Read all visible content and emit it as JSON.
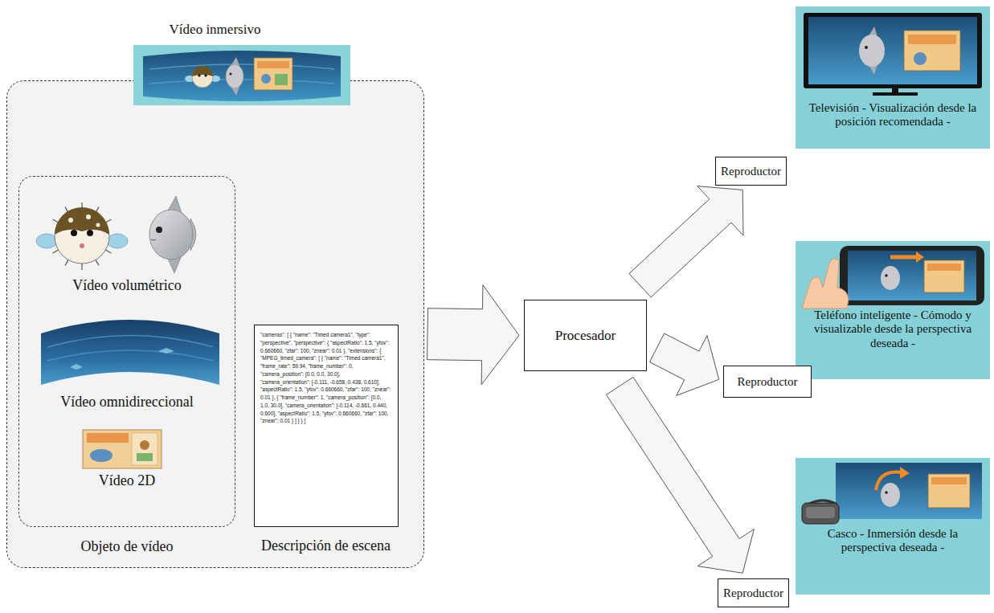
{
  "diagram": {
    "nodes": [
      {
        "text": [
          "Vídeo inmersivo"
        ]
      },
      {
        "text": [
          "Vídeo volumétrico",
          "Vídeo omnidireccional",
          "Vídeo 2D",
          "Objeto de vídeo"
        ],
        "in": 0
      },
      {
        "text": [
          "\"cameras\": [ { \"name\": \"Timed camera1\", \"type\": \"perspective\", \"perspective\": { \"aspectRatio\": 1.5, \"yfov\": 0.660660, \"zfar\": 100, \"znear\": 0.01 }, \"extensions\": { \"MPEG_timed_camera\": [ { \"name\": \"Timed camera1\", \"frame_rate\": 59.94, \"frame_number\": 0, \"camera_position\": [0.0, 0.0, 30.0], \"camera_orientation\": [-0.111, -0.658, 0.438, 0.610], \"aspectRatio\": 1.5, \"yfov\": 0.660660, \"zfar\": 100, \"znear\": 0.01 }, { \"frame_number\": 1, \"camera_position\": [0.0, 1.0, 30.0], \"camera_orientation\": [-0.114, -0.661, 0.440, 0.600], \"aspectRatio\": 1.5, \"yfov\": 0.660660, \"zfar\": 100, \"znear\": 0.01 } ] } } ]",
          "Descripción de escena"
        ],
        "in": 0
      },
      {
        "text": [
          "Procesador"
        ]
      },
      {
        "text": [
          "Televisión - Visualización desde la posición recomendada -"
        ]
      },
      {
        "text": [
          "Reproductor"
        ]
      },
      {
        "text": [
          "Teléfono inteligente - Cómodo y visualizable desde la perspectiva deseada -"
        ]
      },
      {
        "text": [
          "Reproductor"
        ]
      },
      {
        "text": [
          "Casco - Inmersión desde la perspectiva deseada -"
        ]
      },
      {
        "text": [
          "Reproductor"
        ]
      }
    ],
    "edges": [
      {
        "from": 0,
        "to": 3,
        "arrow": "to"
      },
      {
        "from": 3,
        "to": 5,
        "arrow": "to"
      },
      {
        "from": 3,
        "to": 7,
        "arrow": "to"
      },
      {
        "from": 3,
        "to": 9,
        "arrow": "to"
      }
    ]
  }
}
